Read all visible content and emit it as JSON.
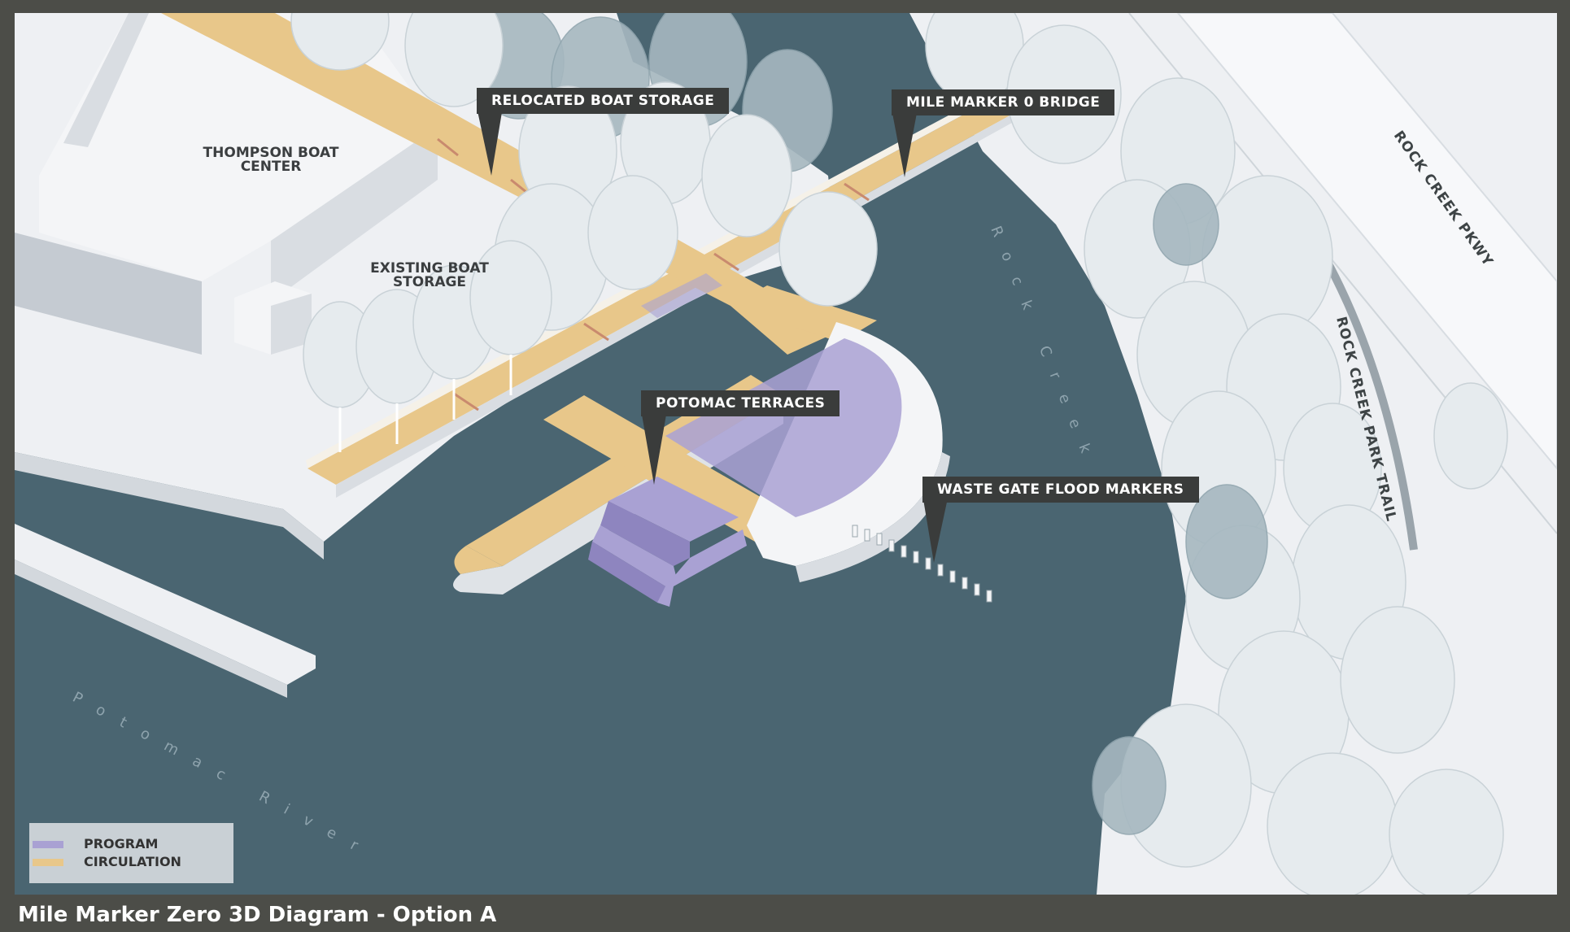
{
  "footer": {
    "title": "Mile Marker Zero 3D Diagram - Option A"
  },
  "labels": {
    "thompson": "THOMPSON BOAT CENTER",
    "existing_storage": "EXISTING BOAT STORAGE",
    "rock_creek_pkwy": "ROCK CREEK PKWY",
    "rock_creek_park_trail": "ROCK CREEK PARK TRAIL",
    "rock_creek": "Rock Creek",
    "potomac_river": "Potomac River"
  },
  "callouts": {
    "relocated_boat_storage": "RELOCATED BOAT STORAGE",
    "mile_marker_0_bridge": "MILE MARKER 0 BRIDGE",
    "potomac_terraces": "POTOMAC TERRACES",
    "waste_gate_flood_markers": "WASTE GATE FLOOD MARKERS"
  },
  "legend": {
    "items": [
      {
        "label": "PROGRAM",
        "color": "#a9a1d3"
      },
      {
        "label": "CIRCULATION",
        "color": "#e8c78a"
      }
    ]
  },
  "colors": {
    "frame": "#4c4d48",
    "water": "#4a6571",
    "callout_bg": "#3a3c3b",
    "program": "#a9a1d3",
    "circulation": "#e8c78a"
  }
}
